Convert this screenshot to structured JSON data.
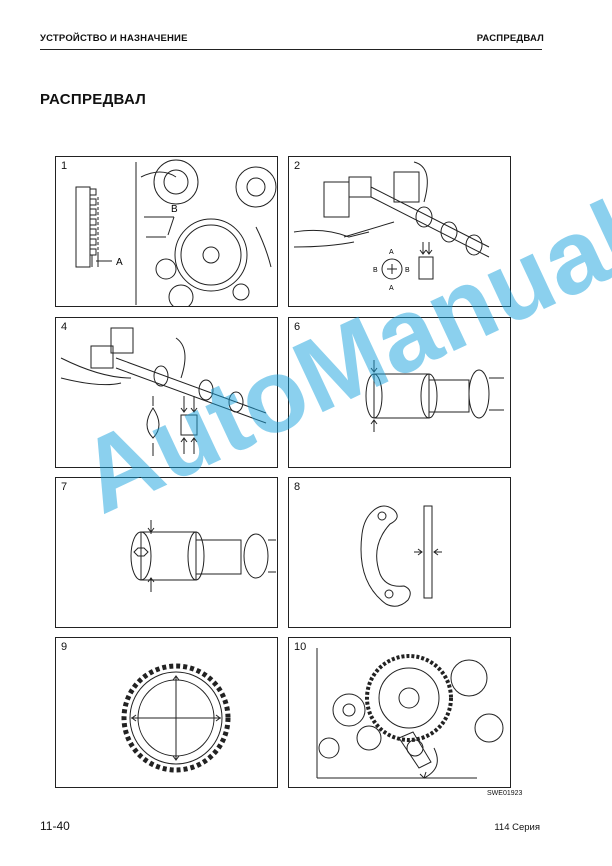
{
  "header": {
    "left": "УСТРОЙСТВО И НАЗНАЧЕНИЕ",
    "right": "РАСПРЕДВАЛ"
  },
  "title": "РАСПРЕДВАЛ",
  "panels": [
    {
      "number": "1",
      "labels": {
        "a": "A",
        "b": "B"
      }
    },
    {
      "number": "2",
      "labels": {
        "a_top": "A",
        "b_left": "B",
        "b_right": "B",
        "a_bottom": "A"
      }
    },
    {
      "number": "4"
    },
    {
      "number": "6"
    },
    {
      "number": "7"
    },
    {
      "number": "8"
    },
    {
      "number": "9"
    },
    {
      "number": "10"
    }
  ],
  "figure_code": "SWE01923",
  "footer": {
    "page": "11-40",
    "series": "114 Серия"
  },
  "watermark": "AutoManual",
  "colors": {
    "watermark": "#1aa3de",
    "line": "#222222"
  }
}
